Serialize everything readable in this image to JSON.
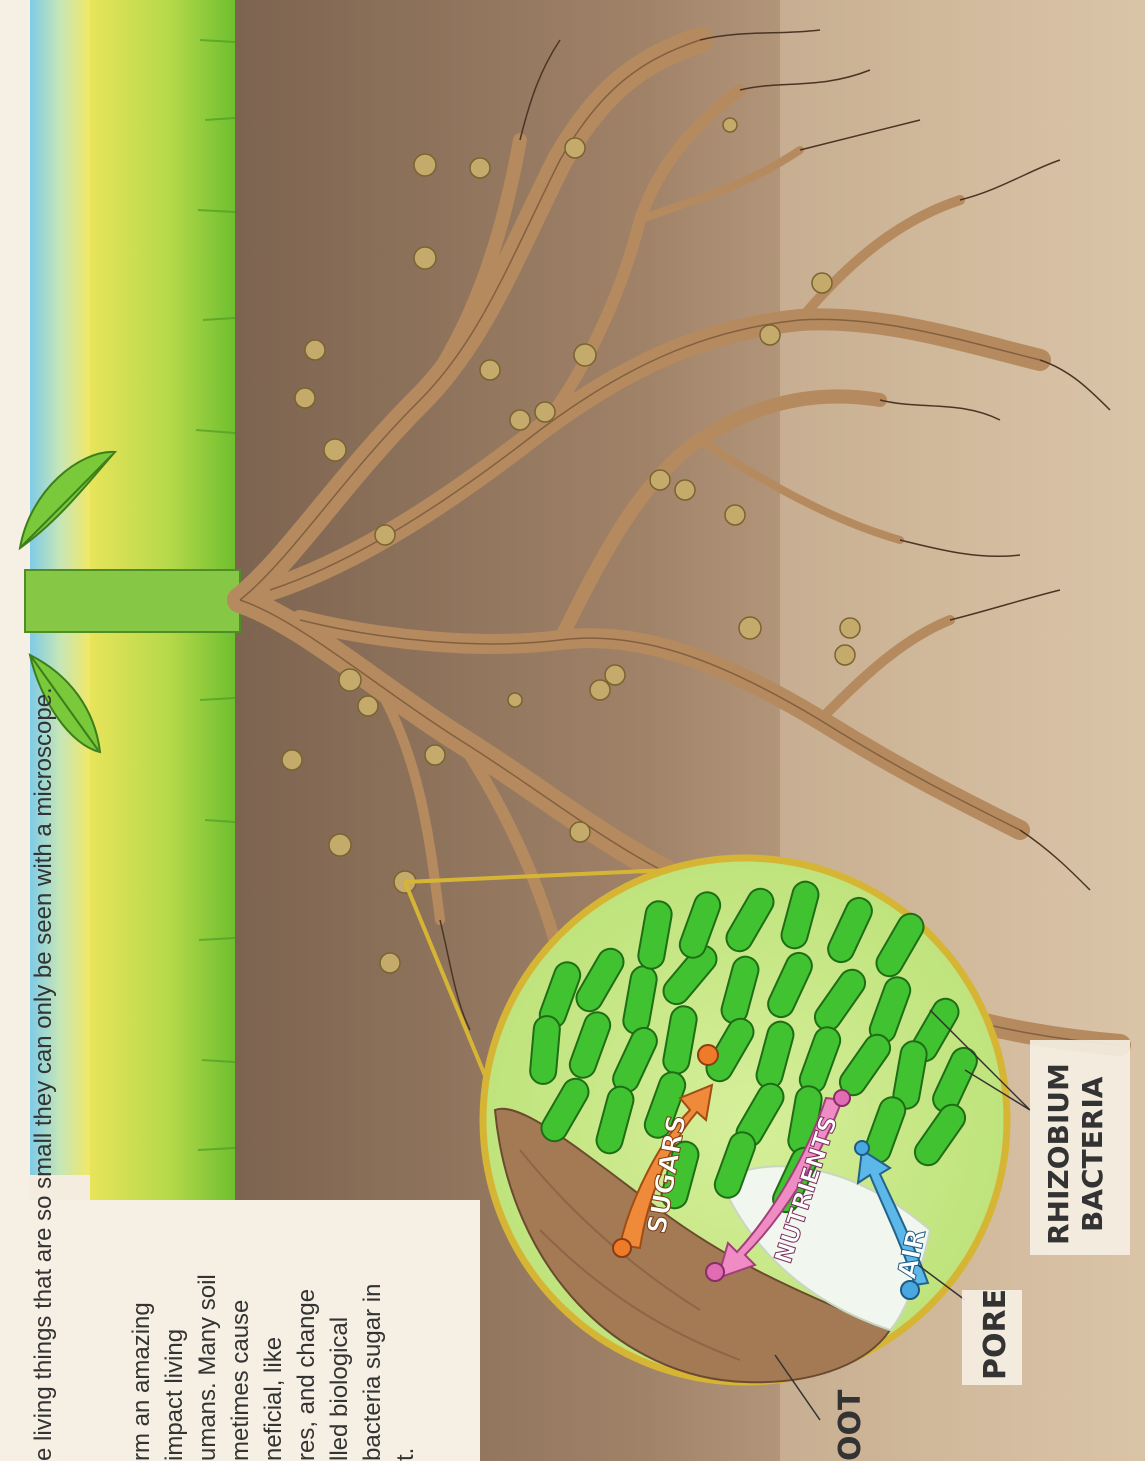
{
  "caption": "e living things that are so small they can only be seen with a microscope.",
  "paragraph_lines": [
    "rm an amazing",
    "impact living",
    "umans. Many soil",
    "metimes cause",
    "neficial, like",
    "res, and change",
    "lled biological",
    "bacteria sugar in",
    "t."
  ],
  "labels": {
    "sugars": "SUGARS",
    "nutrients": "NUTRIENTS",
    "air": "AIR",
    "pore": "PORE",
    "root": "OOT",
    "rhizobium_line1": "RHIZOBIUM",
    "rhizobium_line2": "BACTERIA"
  },
  "colors": {
    "sky": "#8fd3e8",
    "grass": "#8ccf3c",
    "soil_dark": "#8b7058",
    "soil_light": "#cdb497",
    "root": "#b98d62",
    "nodule": "#c2a86a",
    "bacteria": "#3ec42e",
    "magnifier": "#d9b93a",
    "sugars_arrow": "#ef8a3a",
    "nutrients_arrow": "#f08cc4",
    "air_arrow": "#5bb8e8"
  }
}
